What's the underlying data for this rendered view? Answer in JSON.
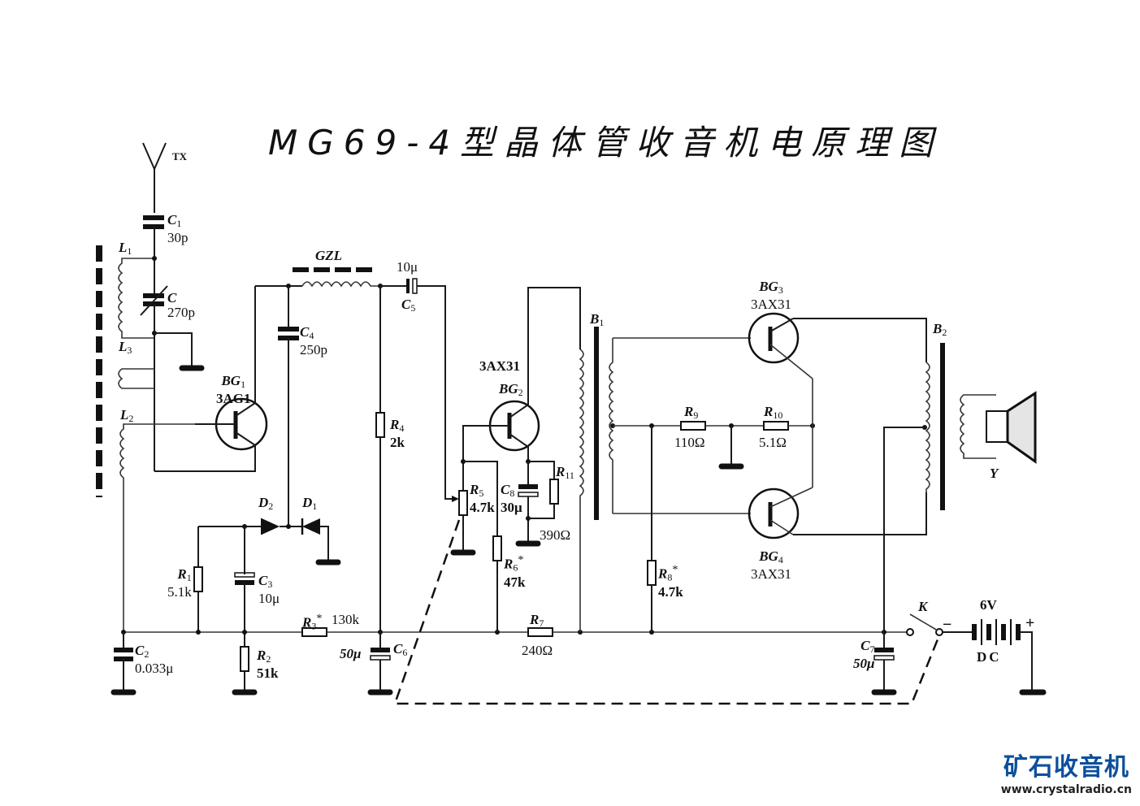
{
  "title": "MG69-4型晶体管收音机电原理图",
  "watermark": {
    "brand": "矿石收音机",
    "url": "www.crystalradio.cn",
    "color": "#0d4f9c"
  },
  "components": {
    "antenna": {
      "label": "TX"
    },
    "C1": {
      "ref": "C",
      "sub": "1",
      "value": "30p"
    },
    "C": {
      "ref": "C",
      "sub": "",
      "value": "270p"
    },
    "L1": {
      "ref": "L",
      "sub": "1"
    },
    "L2": {
      "ref": "L",
      "sub": "2"
    },
    "L3": {
      "ref": "L",
      "sub": "3"
    },
    "BG1": {
      "ref": "BG",
      "sub": "1",
      "type": "3AG1"
    },
    "GZL": {
      "ref": "GZL"
    },
    "C4": {
      "ref": "C",
      "sub": "4",
      "value": "250p"
    },
    "C5": {
      "ref": "C",
      "sub": "5",
      "value": "10μ"
    },
    "R4": {
      "ref": "R",
      "sub": "4",
      "value": "2k"
    },
    "D1": {
      "ref": "D",
      "sub": "1"
    },
    "D2": {
      "ref": "D",
      "sub": "2"
    },
    "R1": {
      "ref": "R",
      "sub": "1",
      "value": "5.1k"
    },
    "C3": {
      "ref": "C",
      "sub": "3",
      "value": "10μ"
    },
    "R2": {
      "ref": "R",
      "sub": "2",
      "value": "51k"
    },
    "R3": {
      "ref": "R",
      "sub": "3",
      "mark": "*",
      "value": "130k"
    },
    "C2": {
      "ref": "C",
      "sub": "2",
      "value": "0.033μ"
    },
    "C6": {
      "ref": "C",
      "sub": "6",
      "value": "50μ"
    },
    "BG2": {
      "ref": "BG",
      "sub": "2",
      "type": "3AX31"
    },
    "R5": {
      "ref": "R",
      "sub": "5",
      "value": "4.7k"
    },
    "C8": {
      "ref": "C",
      "sub": "8",
      "value": "30μ"
    },
    "R11": {
      "ref": "R",
      "sub": "11",
      "value": "390Ω"
    },
    "R6": {
      "ref": "R",
      "sub": "6",
      "mark": "*",
      "value": "47k"
    },
    "R7": {
      "ref": "R",
      "sub": "7",
      "value": "240Ω"
    },
    "B1": {
      "ref": "B",
      "sub": "1"
    },
    "BG3": {
      "ref": "BG",
      "sub": "3",
      "type": "3AX31"
    },
    "BG4": {
      "ref": "BG",
      "sub": "4",
      "type": "3AX31"
    },
    "R9": {
      "ref": "R",
      "sub": "9",
      "value": "110Ω"
    },
    "R10": {
      "ref": "R",
      "sub": "10",
      "value": "5.1Ω"
    },
    "R8": {
      "ref": "R",
      "sub": "8",
      "mark": "*",
      "value": "4.7k"
    },
    "B2": {
      "ref": "B",
      "sub": "2"
    },
    "speaker": {
      "ref": "Y"
    },
    "C7": {
      "ref": "C",
      "sub": "7",
      "value": "50μ"
    },
    "switch": {
      "ref": "K"
    },
    "battery": {
      "voltage": "6V",
      "type": "DC",
      "minus": "−",
      "plus": "+"
    }
  }
}
